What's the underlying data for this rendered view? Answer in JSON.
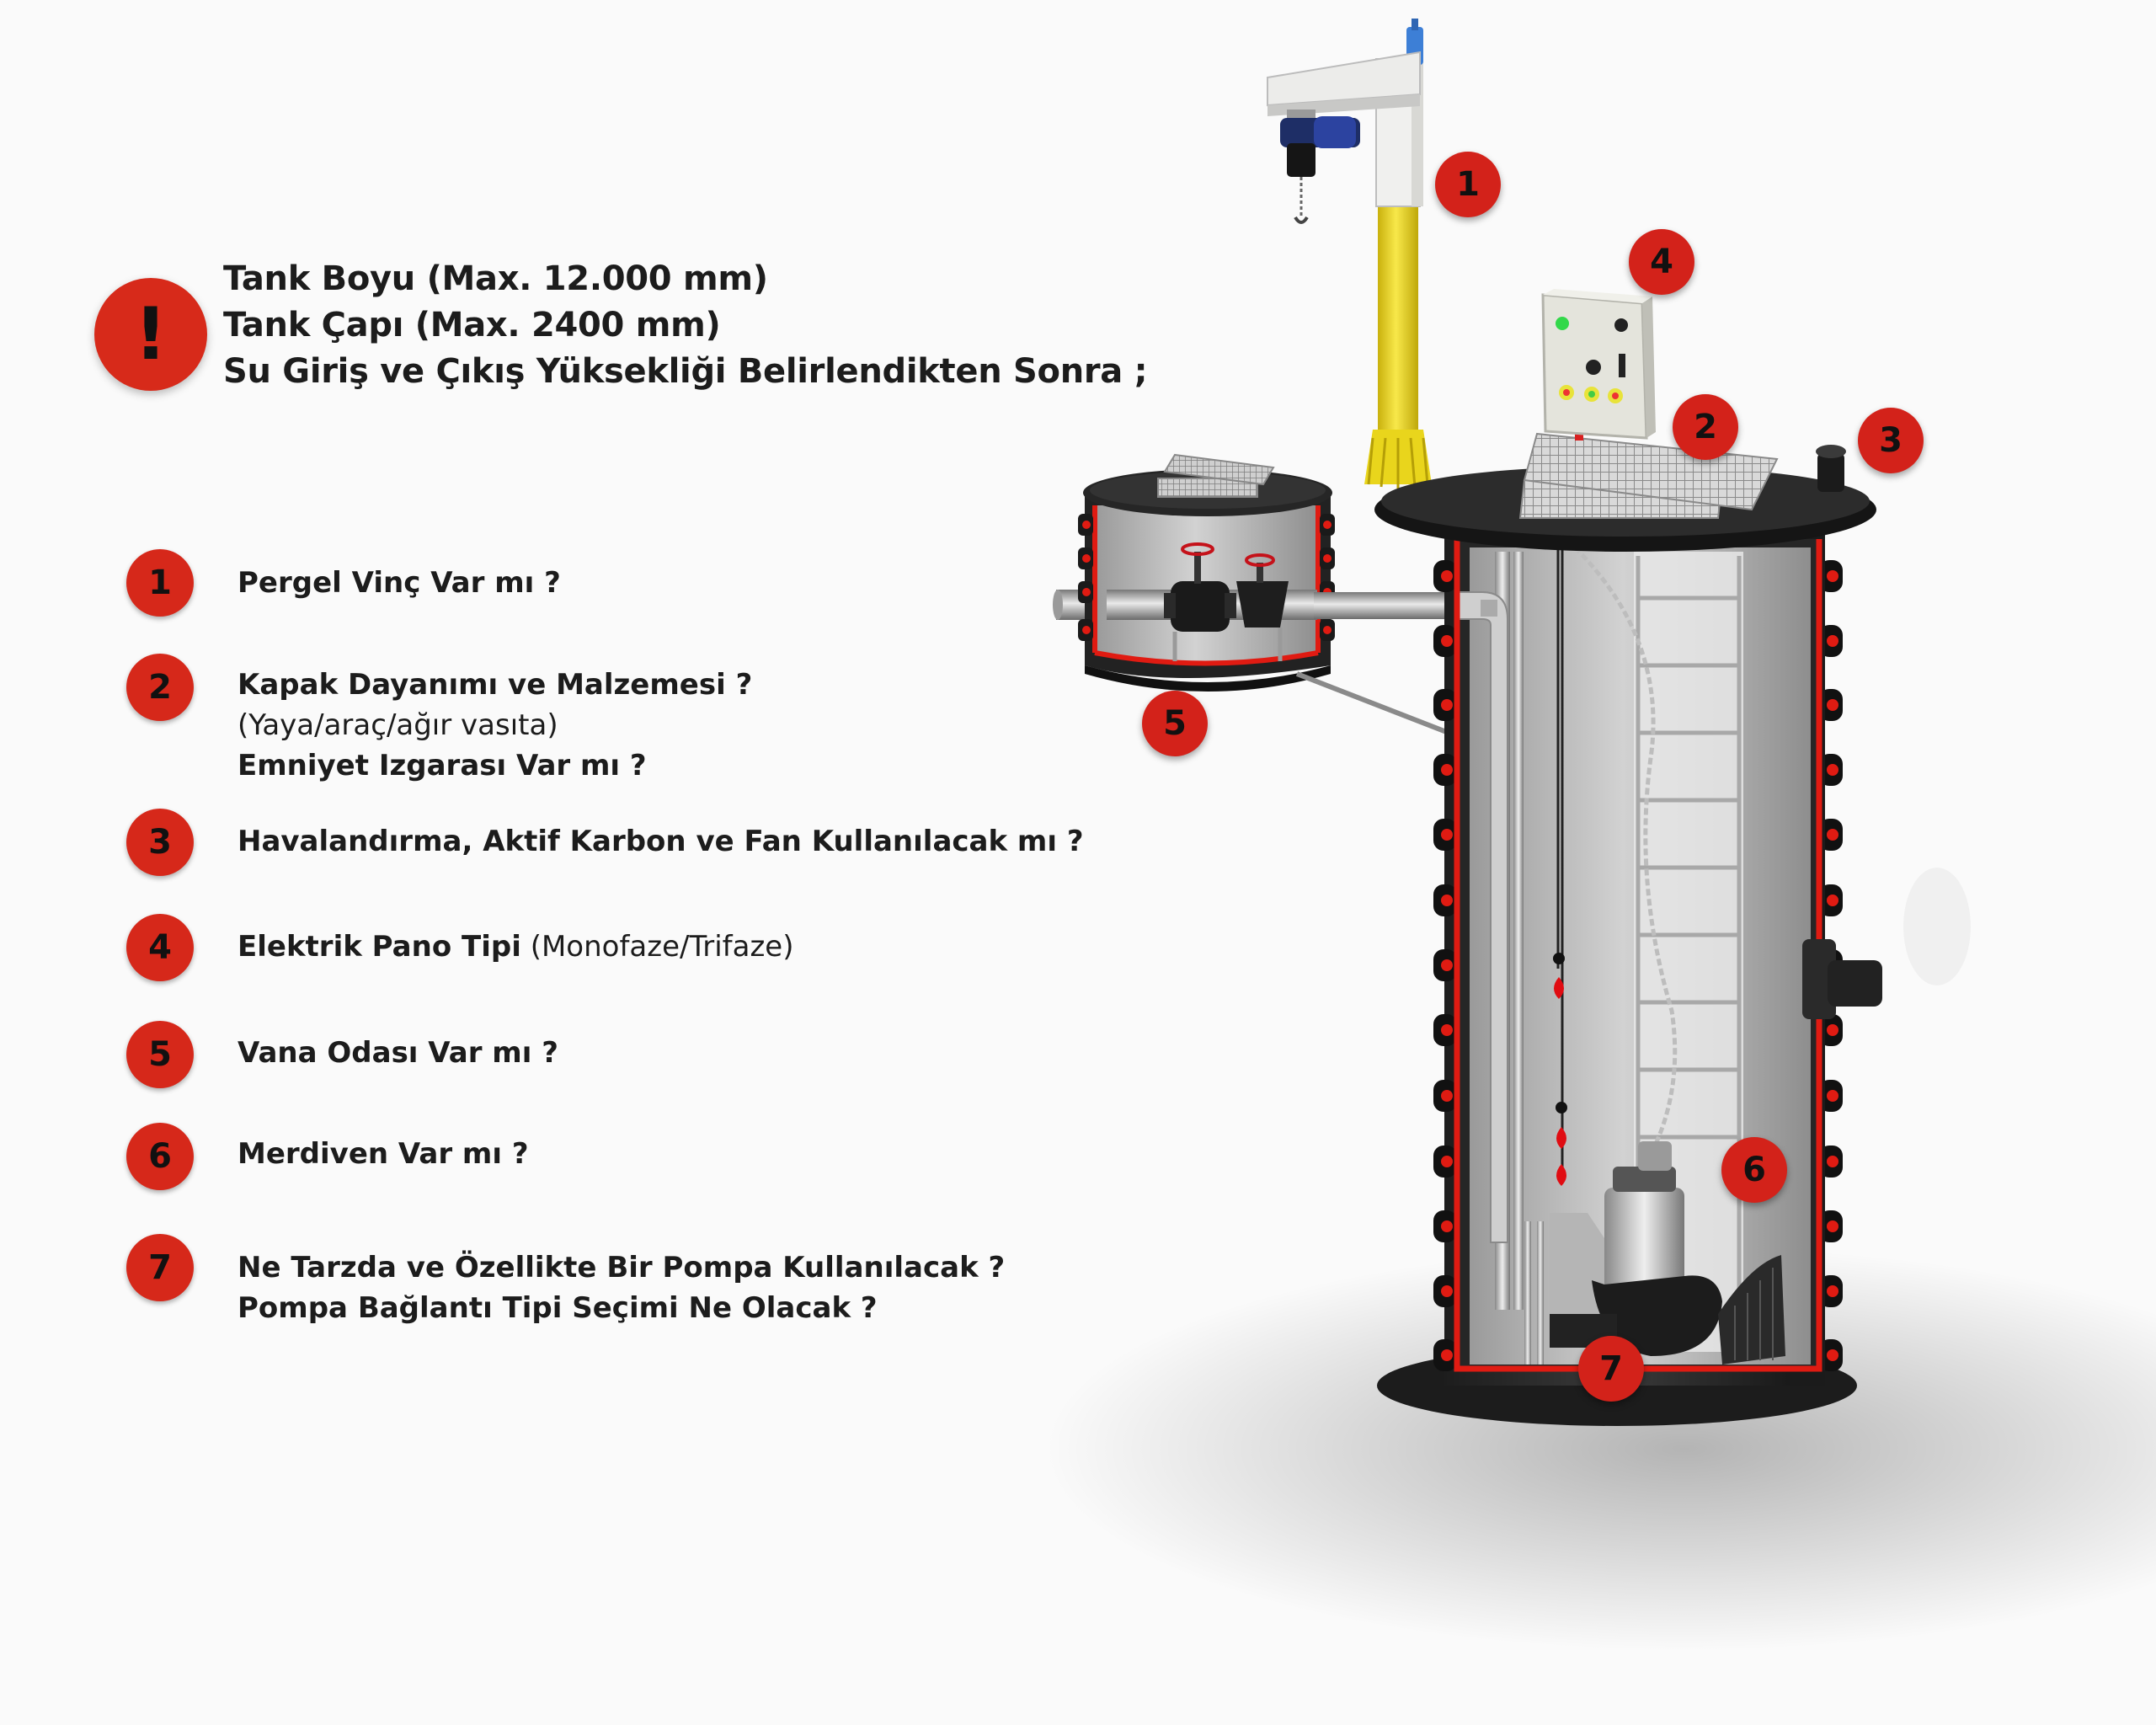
{
  "header": {
    "warning_icon": "exclamation-icon",
    "warning_symbol": "!",
    "line1": "Tank Boyu (Max. 12.000 mm)",
    "line2": "Tank Çapı (Max. 2400 mm)",
    "line3": "Su Giriş ve Çıkış Yüksekliği Belirlendikten Sonra ;"
  },
  "items": [
    {
      "num": "1",
      "bold": "Pergel Vinç Var mı ?"
    },
    {
      "num": "2",
      "bold": "Kapak Dayanımı ve Malzemesi ?",
      "sub": "(Yaya/araç/ağır vasıta)",
      "bold2": "Emniyet Izgarası Var mı ?"
    },
    {
      "num": "3",
      "bold": "Havalandırma, Aktif Karbon ve Fan Kullanılacak mı ?"
    },
    {
      "num": "4",
      "bold": "Elektrik Pano Tipi",
      "normal": "(Monofaze/Trifaze)"
    },
    {
      "num": "5",
      "bold": "Vana Odası Var mı ?"
    },
    {
      "num": "6",
      "bold": "Merdiven Var mı ?"
    },
    {
      "num": "7",
      "bold": "Ne Tarzda ve Özellikte Bir Pompa Kullanılacak ?",
      "bold2": "Pompa Bağlantı Tipi Seçimi Ne Olacak ?"
    }
  ],
  "callouts": [
    "1",
    "2",
    "3",
    "4",
    "5",
    "6",
    "7"
  ],
  "colors": {
    "accent_red": "#d6281a",
    "tank_body": "#2b2b2b",
    "crane_yellow": "#f2dd1f",
    "panel_grey": "#e4e4dc"
  }
}
